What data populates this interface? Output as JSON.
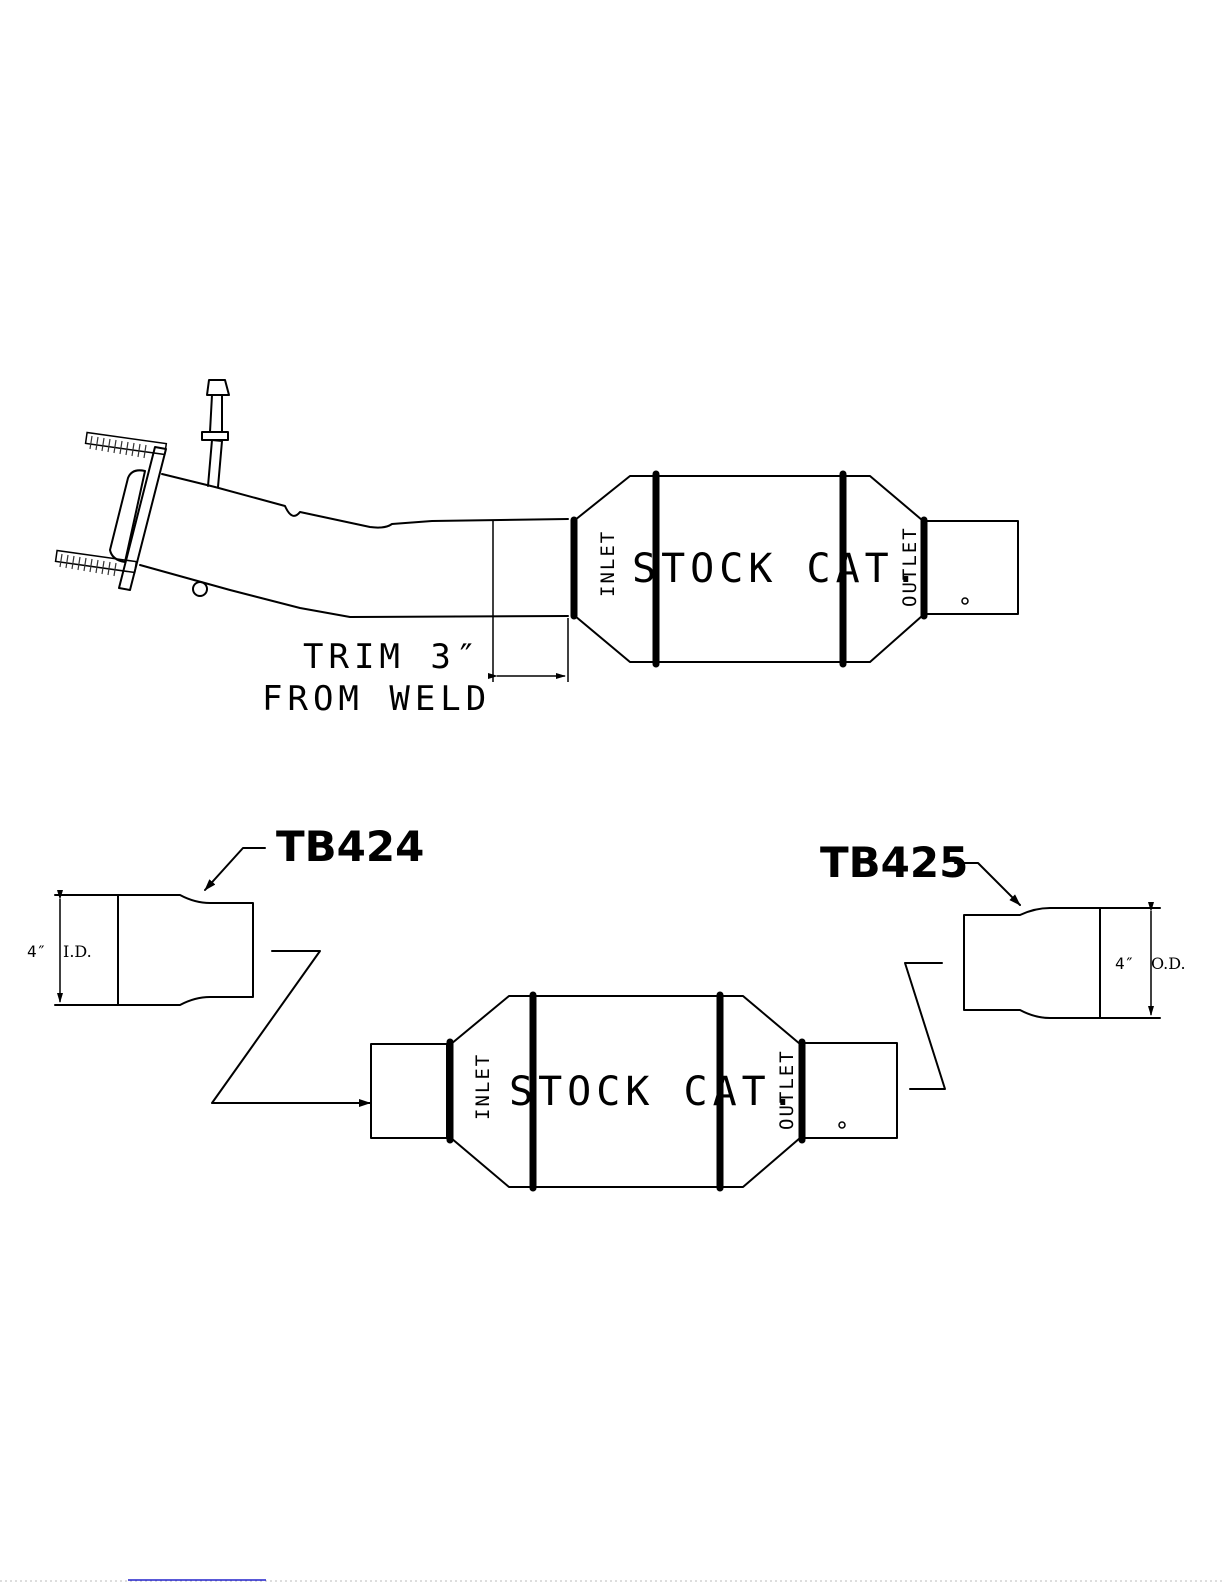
{
  "top_view": {
    "main_label": "STOCK CAT.",
    "inlet_label": "INLET",
    "outlet_label": "OUTLET",
    "trim_line1": "TRIM 3″",
    "trim_line2": "FROM WELD"
  },
  "bottom_view": {
    "main_label": "STOCK CAT.",
    "inlet_label": "INLET",
    "outlet_label": "OUTLET"
  },
  "left_part": {
    "part_number": "TB424",
    "dim_value": "4″",
    "dim_type": "I.D."
  },
  "right_part": {
    "part_number": "TB425",
    "dim_value": "4″",
    "dim_type": "O.D."
  }
}
